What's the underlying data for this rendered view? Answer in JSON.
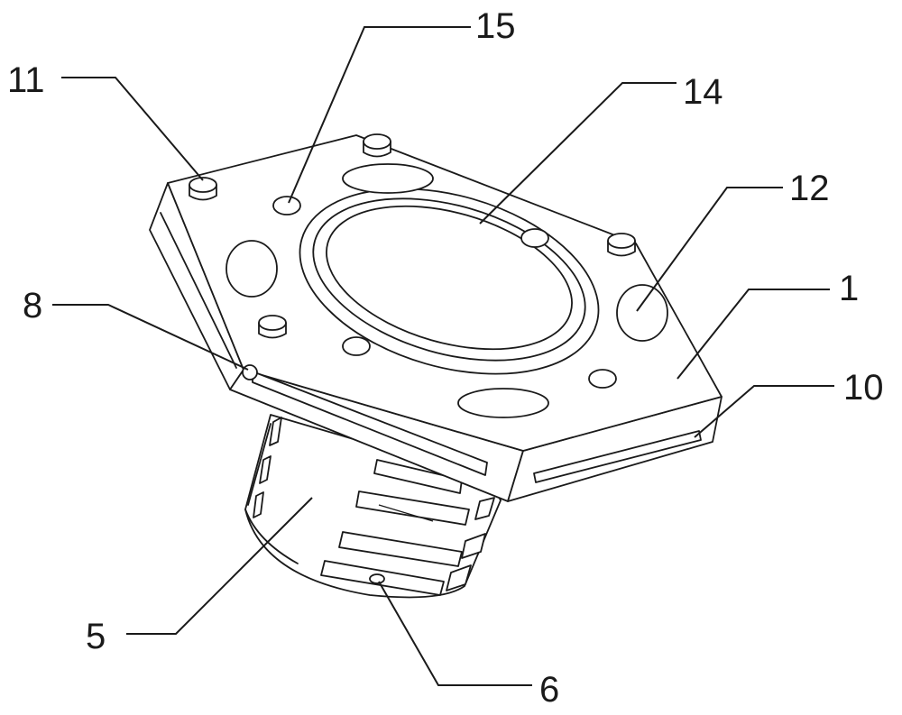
{
  "figure": {
    "labels": {
      "l1": "1",
      "l5": "5",
      "l6": "6",
      "l8": "8",
      "l10": "10",
      "l11": "11",
      "l12": "12",
      "l14": "14",
      "l15": "15"
    }
  }
}
